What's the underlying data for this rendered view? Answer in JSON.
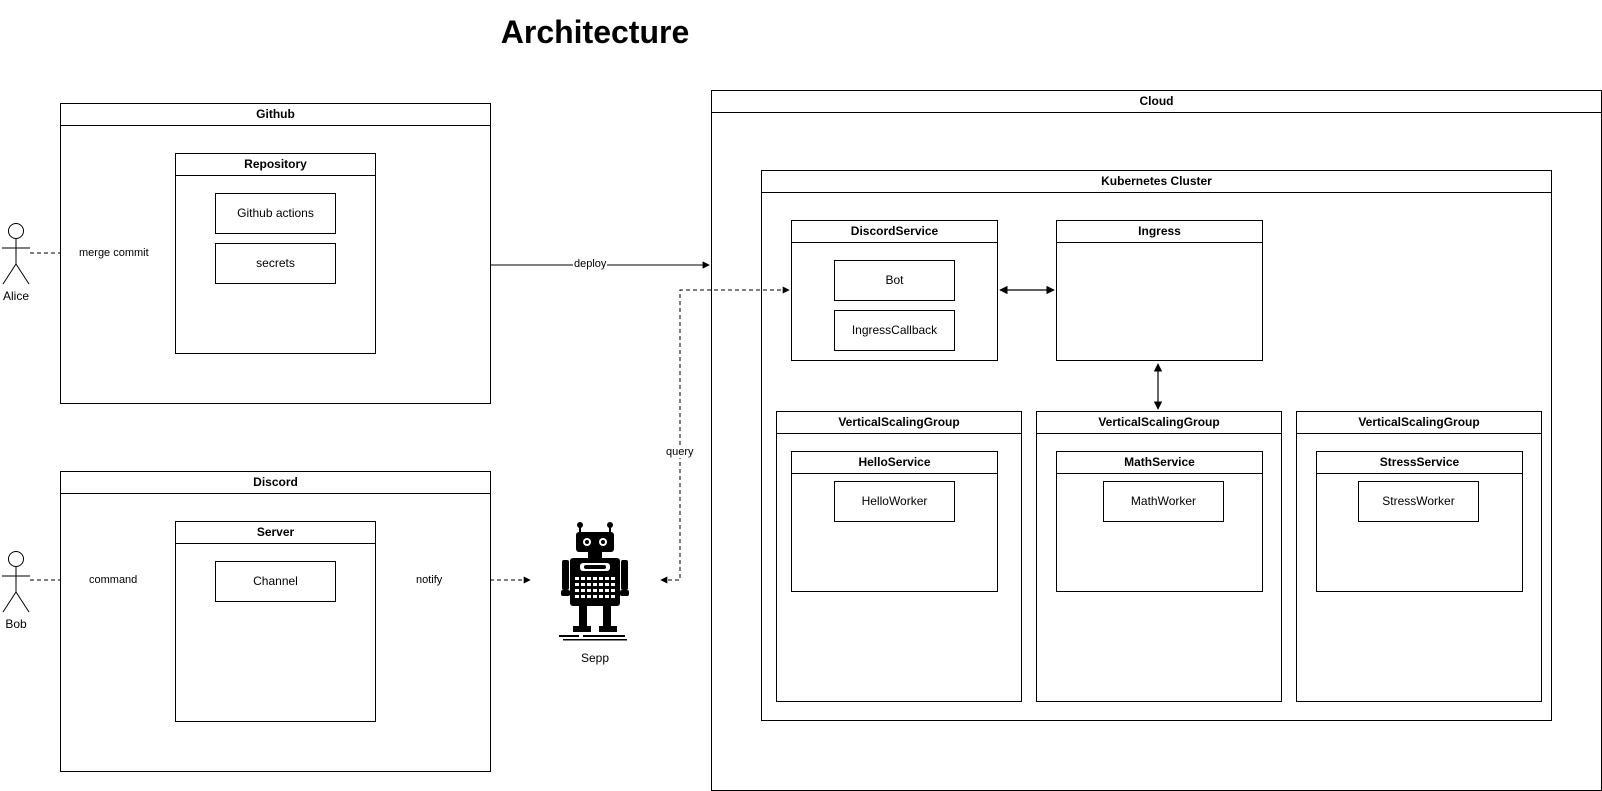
{
  "title": "Architecture",
  "actors": {
    "alice": "Alice",
    "bob": "Bob",
    "bot": "Sepp"
  },
  "github": {
    "title": "Github",
    "repository": {
      "title": "Repository",
      "items": [
        "Github actions",
        "secrets"
      ]
    }
  },
  "discord": {
    "title": "Discord",
    "server": {
      "title": "Server",
      "channel": "Channel"
    }
  },
  "cloud": {
    "title": "Cloud",
    "cluster": {
      "title": "Kubernetes Cluster",
      "discord_service": {
        "title": "DiscordService",
        "items": [
          "Bot",
          "IngressCallback"
        ]
      },
      "ingress": {
        "title": "Ingress"
      },
      "groups": [
        {
          "title": "VerticalScalingGroup",
          "service": "HelloService",
          "worker": "HelloWorker"
        },
        {
          "title": "VerticalScalingGroup",
          "service": "MathService",
          "worker": "MathWorker"
        },
        {
          "title": "VerticalScalingGroup",
          "service": "StressService",
          "worker": "StressWorker"
        }
      ]
    }
  },
  "edges": {
    "merge_commit": "merge commit",
    "deploy": "deploy",
    "command": "command",
    "notify": "notify",
    "query": "query"
  }
}
